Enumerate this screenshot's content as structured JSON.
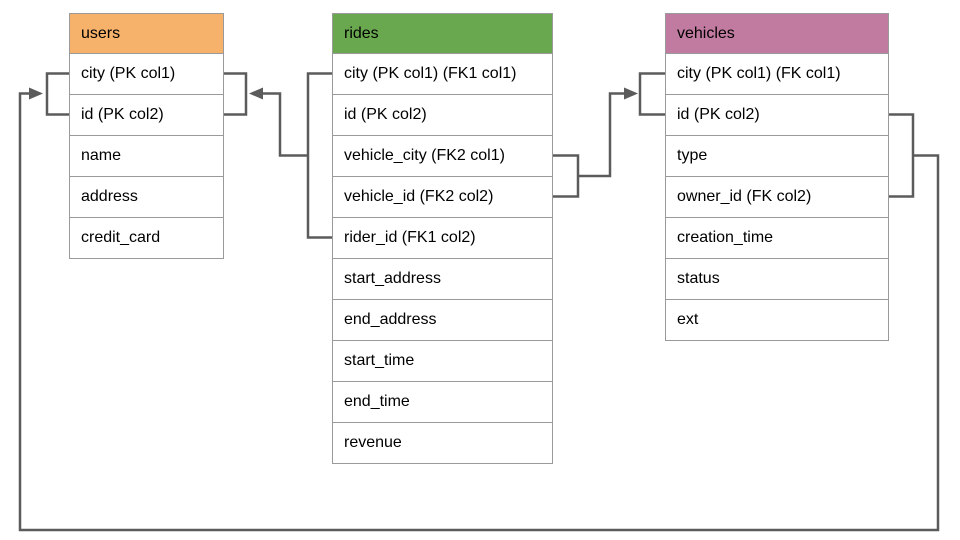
{
  "diagram": {
    "tables": [
      {
        "name": "users",
        "header_color": "#F6B26B",
        "columns": [
          "city (PK col1)",
          "id (PK col2)",
          "name",
          "address",
          "credit_card"
        ]
      },
      {
        "name": "rides",
        "header_color": "#6AA84F",
        "columns": [
          "city (PK col1) (FK1 col1)",
          "id (PK col2)",
          "vehicle_city (FK2 col1)",
          "vehicle_id (FK2 col2)",
          "rider_id (FK1 col2)",
          "start_address",
          "end_address",
          "start_time",
          "end_time",
          "revenue"
        ]
      },
      {
        "name": "vehicles",
        "header_color": "#C27BA0",
        "columns": [
          "city (PK col1) (FK col1)",
          "id (PK col2)",
          "type",
          "owner_id (FK col2)",
          "creation_time",
          "status",
          "ext"
        ]
      }
    ],
    "relationships": [
      {
        "id": "rides-fk1-users",
        "from_table": "rides",
        "from_rows": [
          "city (PK col1) (FK1 col1)",
          "rider_id (FK1 col2)"
        ],
        "to_table": "users",
        "to_rows": [
          "city (PK col1)",
          "id (PK col2)"
        ]
      },
      {
        "id": "rides-fk2-vehicles",
        "from_table": "rides",
        "from_rows": [
          "vehicle_city (FK2 col1)",
          "vehicle_id (FK2 col2)"
        ],
        "to_table": "vehicles",
        "to_rows": [
          "city (PK col1) (FK col1)",
          "id (PK col2)"
        ]
      },
      {
        "id": "vehicles-fk-users",
        "from_table": "vehicles",
        "from_rows": [
          "id (PK col2)",
          "owner_id (FK col2)"
        ],
        "to_table": "users",
        "to_rows": [
          "city (PK col1)",
          "id (PK col2)"
        ]
      }
    ],
    "colors": {
      "connector": "#5b5b5b",
      "table_border": "#9a9a9a",
      "text": "#000000",
      "background": "#ffffff"
    }
  }
}
